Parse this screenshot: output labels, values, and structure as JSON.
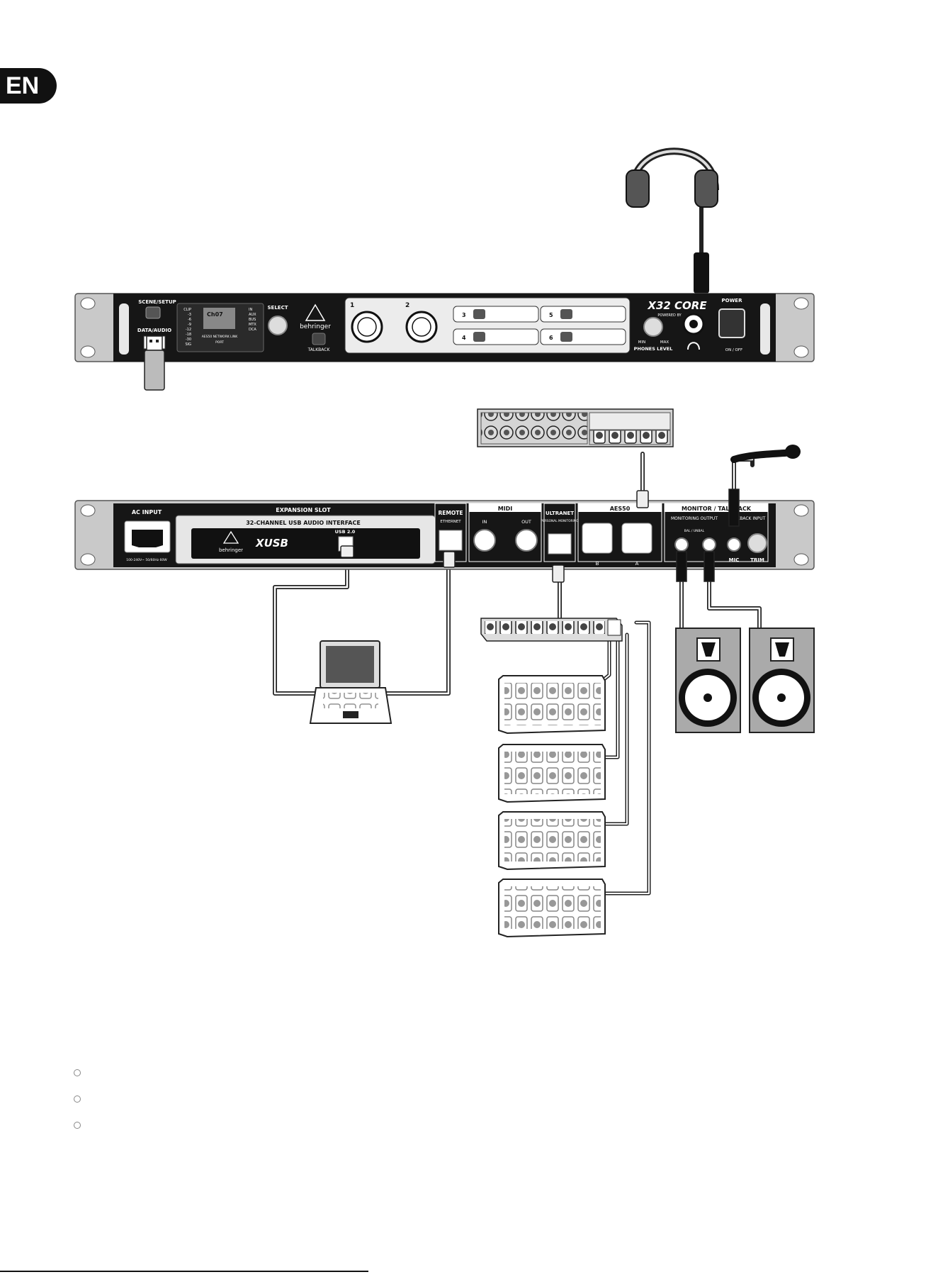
{
  "page": {
    "language_badge": "EN"
  },
  "front_panel": {
    "scene_setup": "SCENE/SETUP",
    "data_audio": "DATA/AUDIO",
    "display_channel": "Ch07",
    "meter_labels_left": [
      "CLIP",
      "-3",
      "-6",
      "-9",
      "-12",
      "-18",
      "-30",
      "SIG"
    ],
    "meter_labels_right": [
      "IN",
      "AUX",
      "BUS",
      "MTX",
      "DCA"
    ],
    "network_link": "AES50 NETWORK LINK",
    "port": "PORT",
    "select": "SELECT",
    "brand": "behringer",
    "talkback": "TALKBACK",
    "encoder_1": "1",
    "encoder_2": "2",
    "button_groups": [
      "3",
      "4",
      "5",
      "6"
    ],
    "model": "X32 CORE",
    "powered_by": "POWERED BY",
    "phones_min": "MIN",
    "phones_max": "MAX",
    "phones_level": "PHONES LEVEL",
    "power": "POWER",
    "on_off": "ON / OFF"
  },
  "rear_panel": {
    "ac_input": "AC INPUT",
    "ac_rating": "100-240V~ 50/60Hz 60W",
    "expansion_slot": "EXPANSION SLOT",
    "usb_interface": "32-CHANNEL USB AUDIO INTERFACE",
    "usb_version": "USB 2.0",
    "xusb_logo": "XUSB",
    "brand": "behringer",
    "remote": "REMOTE",
    "ethernet": "ETHERNET",
    "midi": "MIDI",
    "midi_in": "IN",
    "midi_out": "OUT",
    "ultranet": "ULTRANET",
    "personal_monitoring": "PERSONAL MONITORING",
    "aes50": "AES50",
    "aes_b": "B",
    "aes_a": "A",
    "monitor_talkback": "MONITOR / TALKBACK",
    "monitoring_output": "MONITORING OUTPUT",
    "bal_unbal": "BAL / UNBAL",
    "talkback_input": "TALKBACK INPUT",
    "mic": "MIC",
    "trim": "TRIM"
  }
}
